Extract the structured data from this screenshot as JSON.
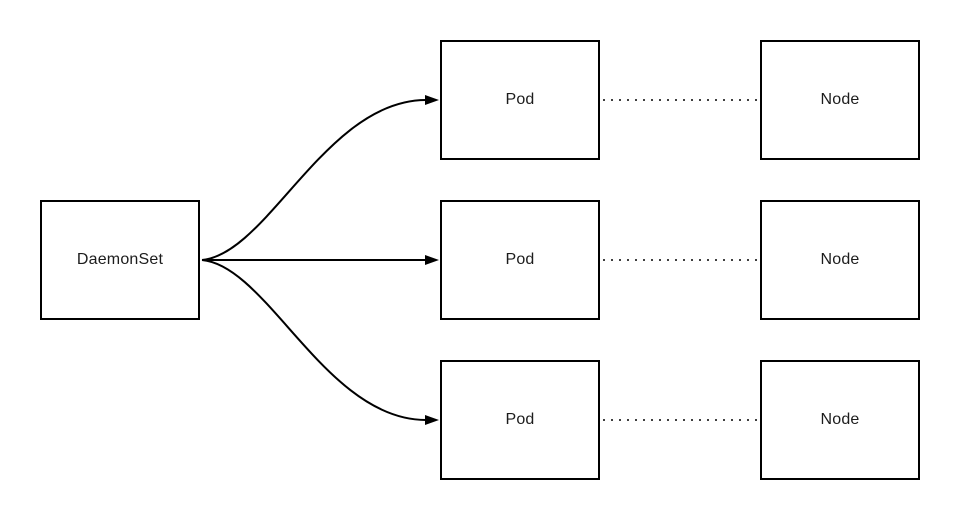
{
  "diagram": {
    "daemonset": {
      "label": "DaemonSet"
    },
    "rows": [
      {
        "pod_label": "Pod",
        "node_label": "Node"
      },
      {
        "pod_label": "Pod",
        "node_label": "Node"
      },
      {
        "pod_label": "Pod",
        "node_label": "Node"
      }
    ]
  },
  "colors": {
    "background": "#ffffff",
    "box_border": "#000000",
    "text": "#1c1c1c",
    "arrow": "#000000",
    "dotted_link": "#3f3f3f"
  }
}
